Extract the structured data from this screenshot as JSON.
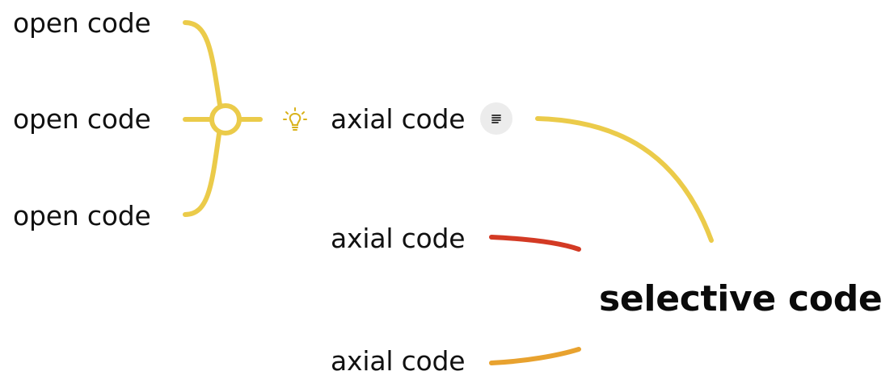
{
  "open_codes": [
    {
      "label": "open code"
    },
    {
      "label": "open code"
    },
    {
      "label": "open code"
    }
  ],
  "axial_codes": [
    {
      "label": "axial code",
      "icon": "lightbulb-icon",
      "has_note": true,
      "connector_color": "#ebcb4a"
    },
    {
      "label": "axial code",
      "connector_color": "#d33a24"
    },
    {
      "label": "axial code",
      "connector_color": "#e8a22f"
    }
  ],
  "selective_code": {
    "label": "selective code"
  },
  "colors": {
    "branch": "#ebcb4a",
    "lightbulb": "#d9b21b",
    "note_bg": "#ececec",
    "text": "#111111"
  }
}
